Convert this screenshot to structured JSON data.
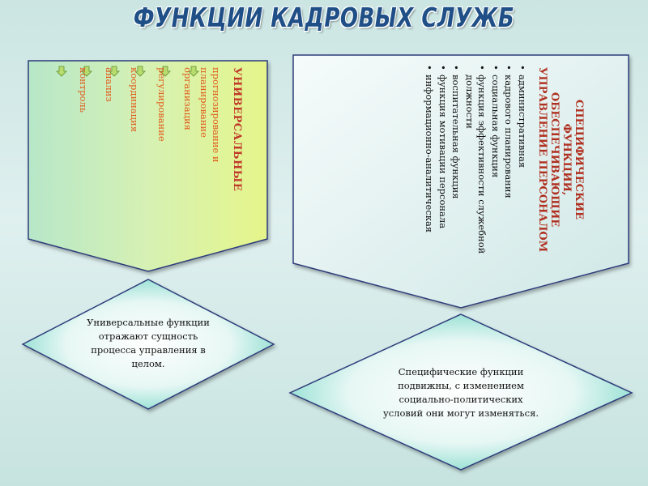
{
  "title": "ФУНКЦИИ КАДРОВЫХ СЛУЖБ",
  "universal": {
    "heading": "УНИВЕРСАЛЬНЫЕ",
    "items": [
      "прогнозирование и планирование",
      "организация",
      "регулирование",
      "координация",
      "анализ",
      "контроль"
    ]
  },
  "specific": {
    "heading": "СПЕЦИФИЧЕСКИЕ ФУНКЦИИ, ОБЕСПЕЧИВАЮЩИЕ УПРАВЛЕНИЕ ПЕРСОНАЛОМ",
    "items": [
      "административная",
      "кадрового планирования",
      "социальная функция",
      "функция эффективности служебной должности",
      "воспитательная функция",
      "функция мотивации персонала",
      "информационно-аналитическая"
    ]
  },
  "left_diamond": "Универсальные функции отражают сущность процесса управления в целом.",
  "right_diamond": "Специфические функции подвижны, с изменением социально-политических условий они могут изменяться.",
  "colors": {
    "title": "#1f4f86",
    "panel_border": "#2e3d7a",
    "left_panel_fill": "#d8f2a0",
    "right_panel_fill": "#eef7f7",
    "universal_heading": "#c0392b",
    "universal_items": "#e05a1a",
    "specific_heading": "#b03020",
    "arrow": "#7ab648"
  }
}
